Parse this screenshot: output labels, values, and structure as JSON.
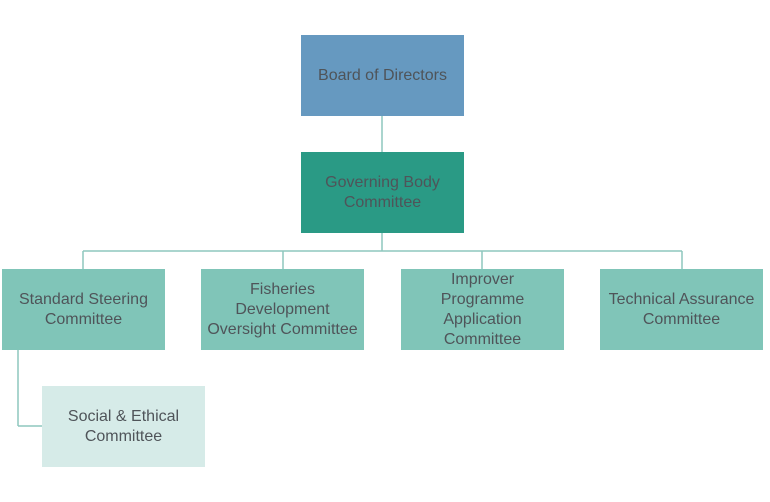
{
  "org_chart": {
    "board": {
      "label": "Board of Directors",
      "color": "#6699c0"
    },
    "governing": {
      "label": "Governing Body\nCommittee",
      "color": "#2a9a85"
    },
    "standard": {
      "label": "Standard Steering\nCommittee",
      "color": "#80c5b8"
    },
    "fisheries": {
      "label": "Fisheries\nDevelopment\nOversight Committee",
      "color": "#80c5b8"
    },
    "improver": {
      "label": "Improver Programme\nApplication\nCommittee",
      "color": "#80c5b8"
    },
    "technical": {
      "label": "Technical Assurance\nCommittee",
      "color": "#80c5b8"
    },
    "social": {
      "label": "Social & Ethical\nCommittee",
      "color": "#d6ebe8"
    },
    "connector_color": "#8ec7be"
  }
}
